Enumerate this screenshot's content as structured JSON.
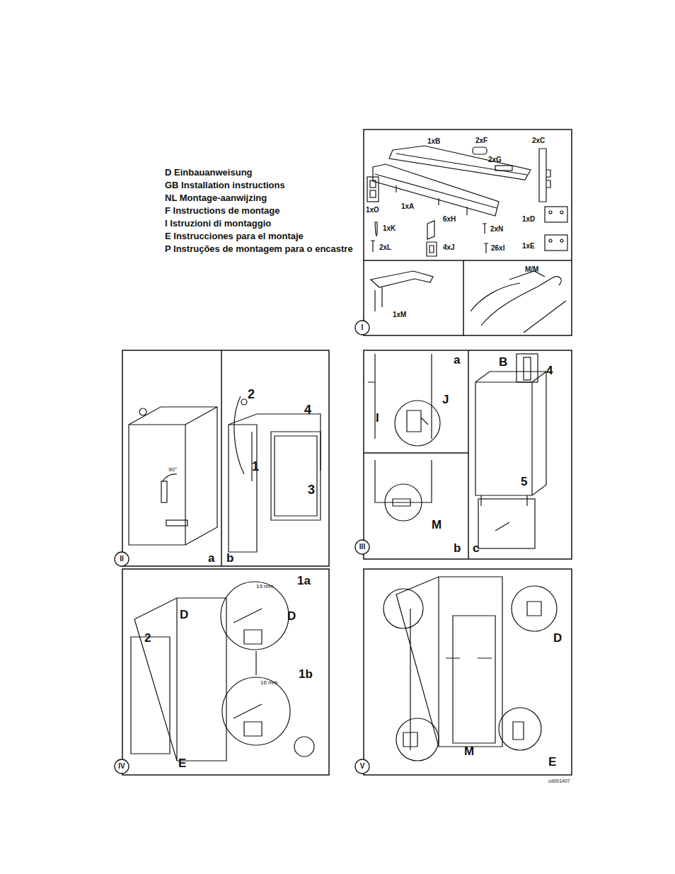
{
  "diagram": {
    "nodes": [
      {
        "text": [
          "I"
        ]
      },
      {
        "text": [
          "II"
        ]
      },
      {
        "text": [
          "III"
        ]
      },
      {
        "text": [
          "IV"
        ]
      },
      {
        "text": [
          "V"
        ]
      }
    ],
    "labels": [
      "D Einbauanweisung",
      "GB Installation instructions",
      "NL Montage-aanwijzing",
      "F Instructions de montage",
      "I Istruzioni di montaggio",
      "E Instrucciones para el montaje",
      "P Instruções de montagem para o encastre",
      "1xB",
      "2xF",
      "2xC",
      "2xG",
      "1xO",
      "1xA",
      "1xD",
      "6xH",
      "1xK",
      "2xN",
      "2xL",
      "4xJ",
      "26xI",
      "1xE",
      "1xM",
      "M/M",
      "2",
      "4",
      "1",
      "3",
      "90°",
      "a",
      "b",
      "a",
      "J",
      "I",
      "B",
      "4",
      "5",
      "M",
      "b",
      "c",
      "1a",
      "19 mm",
      "D",
      "D",
      "2",
      "1b",
      "16 mm",
      "E",
      "D",
      "M",
      "E",
      "cd001407"
    ]
  }
}
